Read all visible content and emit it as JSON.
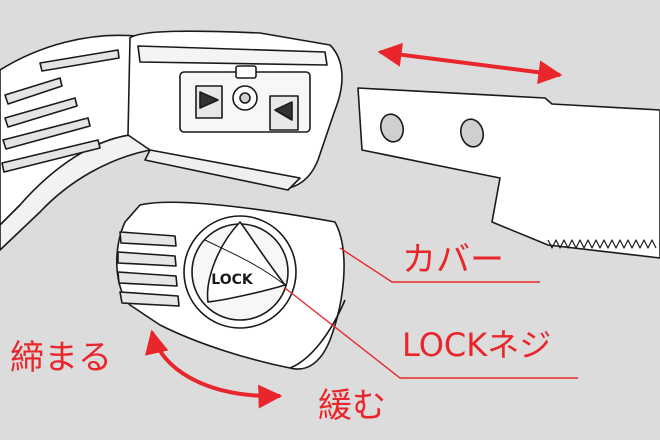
{
  "labels": {
    "cover": "カバー",
    "lock_screw": "LOCKネジ",
    "tighten": "締まる",
    "loosen": "緩む"
  },
  "knob_text": "LOCK",
  "colors": {
    "background": "#dcdcdc",
    "accent_red": "#e8262b",
    "line": "#1a1a1a",
    "part_fill": "#ffffff"
  }
}
